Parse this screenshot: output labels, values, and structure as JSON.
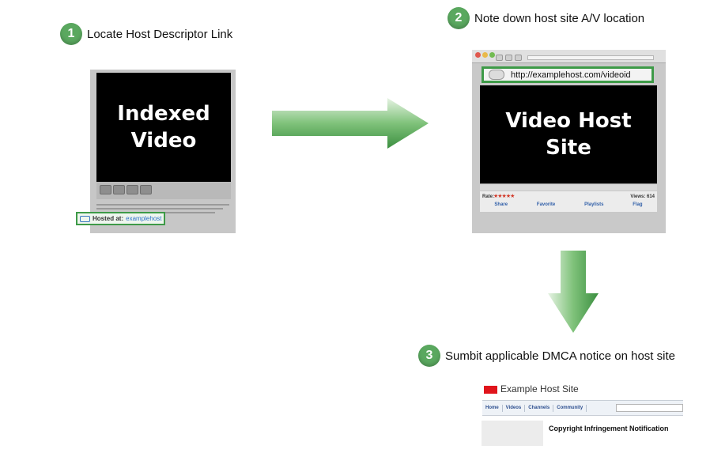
{
  "steps": [
    {
      "number": "1",
      "label": "Locate Host Descriptor Link"
    },
    {
      "number": "2",
      "label": "Note down host site A/V location"
    },
    {
      "number": "3",
      "label": "Sumbit applicable DMCA notice on host site"
    }
  ],
  "panel1": {
    "video_title": "Indexed\nVideo",
    "hosted_label": "Hosted at:",
    "hosted_host": "examplehost"
  },
  "panel2": {
    "url": "http://examplehost.com/videoid",
    "video_title": "Video Host\nSite",
    "rate_label": "Rate:",
    "stars": "★★★★★",
    "views_text": "Views: 614",
    "actions": [
      "Share",
      "Favorite",
      "Playlists",
      "Flag"
    ]
  },
  "panel3": {
    "site_name": "Example Host Site",
    "nav": [
      "Home",
      "Videos",
      "Channels",
      "Community"
    ],
    "notice": "Copyright Infringement Notification"
  },
  "colors": {
    "accent_green": "#5aa85f",
    "highlight_green": "#3e9a48",
    "logo_red": "#e0141b"
  }
}
